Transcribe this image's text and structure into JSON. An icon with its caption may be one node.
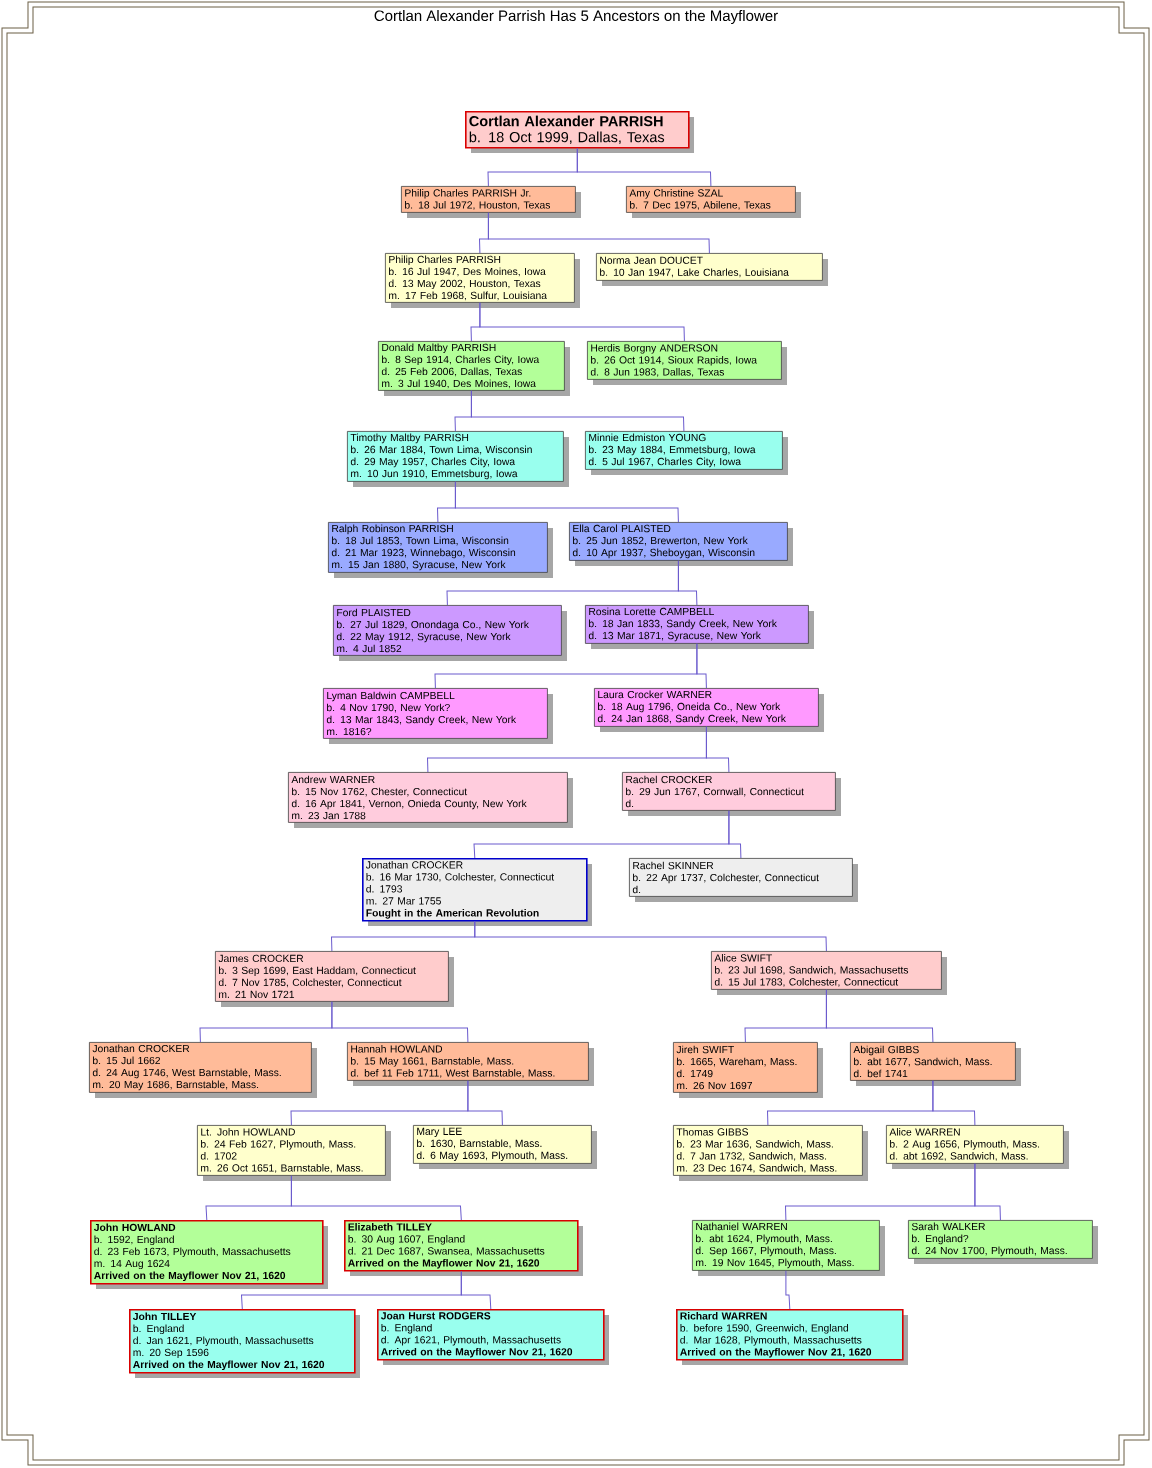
{
  "diagram": {
    "title": "Cortlan Alexander Parrish Has 5 Ancestors on the Mayflower",
    "nodes": [
      {
        "text": [
          "Cortlan Alexander PARRISH",
          "b. 18 Oct 1999, Dallas, Texas"
        ]
      },
      {
        "text": [
          "Philip Charles PARRISH Jr.",
          "b. 18 Jul 1972, Houston, Texas"
        ]
      },
      {
        "text": [
          "Amy Christine SZAL",
          "b. 7 Dec 1975, Abilene, Texas"
        ]
      },
      {
        "text": [
          "Philip Charles PARRISH",
          "b. 16 Jul 1947, Des Moines, Iowa",
          "d. 13 May 2002, Houston, Texas",
          "m. 17 Feb 1968, Sulfur, Louisiana"
        ]
      },
      {
        "text": [
          "Norma Jean DOUCET",
          "b. 10 Jan 1947, Lake Charles, Louisiana"
        ]
      },
      {
        "text": [
          "Donald Maltby PARRISH",
          "b. 8 Sep 1914, Charles City, Iowa",
          "d. 25 Feb 2006, Dallas, Texas",
          "m. 3 Jul 1940, Des Moines, Iowa"
        ]
      },
      {
        "text": [
          "Herdis Borgny ANDERSON",
          "b. 26 Oct 1914, Sioux Rapids, Iowa",
          "d. 8 Jun 1983, Dallas, Texas"
        ]
      },
      {
        "text": [
          "Timothy Maltby PARRISH",
          "b. 26 Mar 1884, Town Lima, Wisconsin",
          "d. 29 May 1957, Charles City, Iowa",
          "m. 10 Jun 1910, Emmetsburg, Iowa"
        ]
      },
      {
        "text": [
          "Minnie Edmiston YOUNG",
          "b. 23 May 1884, Emmetsburg, Iowa",
          "d. 5 Jul 1967, Charles City, Iowa"
        ]
      },
      {
        "text": [
          "Ralph Robinson PARRISH",
          "b. 18 Jul 1853, Town Lima, Wisconsin",
          "d. 21 Mar 1923, Winnebago, Wisconsin",
          "m. 15 Jan 1880, Syracuse, New York"
        ]
      },
      {
        "text": [
          "Ella Carol PLAISTED",
          "b. 25 Jun 1852, Brewerton, New York",
          "d. 10 Apr 1937, Sheboygan, Wisconsin"
        ]
      },
      {
        "text": [
          "Ford PLAISTED",
          "b. 27 Jul 1829, Onondaga Co., New York",
          "d. 22 May 1912, Syracuse, New York",
          "m. 4 Jul 1852"
        ]
      },
      {
        "text": [
          "Rosina Lorette CAMPBELL",
          "b. 18 Jan 1833, Sandy Creek, New York",
          "d. 13 Mar 1871, Syracuse, New York"
        ]
      },
      {
        "text": [
          "Lyman Baldwin CAMPBELL",
          "b. 4 Nov 1790, New York?",
          "d. 13 Mar 1843, Sandy Creek, New York",
          "m. 1816?"
        ]
      },
      {
        "text": [
          "Laura Crocker WARNER",
          "b. 18 Aug 1796, Oneida Co., New York",
          "d. 24 Jan 1868, Sandy Creek, New York"
        ]
      },
      {
        "text": [
          "Andrew WARNER",
          "b. 15 Nov 1762, Chester, Connecticut",
          "d. 16 Apr 1841, Vernon, Onieda County, New York",
          "m. 23 Jan 1788"
        ]
      },
      {
        "text": [
          "Rachel CROCKER",
          "b. 29 Jun 1767, Cornwall, Connecticut",
          "d."
        ]
      },
      {
        "text": [
          "Jonathan CROCKER",
          "b. 16 Mar 1730, Colchester, Connecticut",
          "d. 1793",
          "m. 27 Mar 1755",
          "Fought in the American Revolution"
        ]
      },
      {
        "text": [
          "Rachel SKINNER",
          "b. 22 Apr 1737, Colchester, Connecticut",
          "d."
        ]
      },
      {
        "text": [
          "James CROCKER",
          "b. 3 Sep 1699, East Haddam, Connecticut",
          "d. 7 Nov 1785, Colchester, Connecticut",
          "m. 21 Nov 1721"
        ]
      },
      {
        "text": [
          "Alice SWIFT",
          "b. 23 Jul 1698, Sandwich, Massachusetts",
          "d. 15 Jul 1783, Colchester, Connecticut"
        ]
      },
      {
        "text": [
          "Jonathan CROCKER",
          "b. 15 Jul 1662",
          "d. 24 Aug 1746, West Barnstable, Mass.",
          "m. 20 May 1686, Barnstable, Mass."
        ]
      },
      {
        "text": [
          "Hannah HOWLAND",
          "b. 15 May 1661, Barnstable, Mass.",
          "d. bef 11 Feb 1711, West Barnstable, Mass."
        ]
      },
      {
        "text": [
          "Jireh SWIFT",
          "b. 1665, Wareham, Mass.",
          "d. 1749",
          "m. 26 Nov 1697"
        ]
      },
      {
        "text": [
          "Abigail GIBBS",
          "b. abt 1677, Sandwich, Mass.",
          "d. bef 1741"
        ]
      },
      {
        "text": [
          "Lt. John HOWLAND",
          "b. 24 Feb 1627, Plymouth, Mass.",
          "d. 1702",
          "m. 26 Oct 1651, Barnstable, Mass."
        ]
      },
      {
        "text": [
          "Mary LEE",
          "b. 1630, Barnstable, Mass.",
          "d. 6 May 1693, Plymouth, Mass."
        ]
      },
      {
        "text": [
          "Thomas GIBBS",
          "b. 23 Mar 1636, Sandwich, Mass.",
          "d. 7 Jan 1732, Sandwich, Mass.",
          "m. 23 Dec 1674, Sandwich, Mass."
        ]
      },
      {
        "text": [
          "Alice WARREN",
          "b. 2 Aug 1656, Plymouth, Mass.",
          "d. abt 1692, Sandwich, Mass."
        ]
      },
      {
        "text": [
          "John HOWLAND",
          "b. 1592, England",
          "d. 23 Feb 1673, Plymouth, Massachusetts",
          "m. 14 Aug 1624",
          "Arrived on the Mayflower Nov 21, 1620"
        ]
      },
      {
        "text": [
          "Elizabeth TILLEY",
          "b. 30 Aug 1607, England",
          "d. 21 Dec 1687, Swansea, Massachusetts",
          "Arrived on the Mayflower Nov 21, 1620"
        ]
      },
      {
        "text": [
          "Nathaniel WARREN",
          "b. abt 1624, Plymouth, Mass.",
          "d. Sep 1667, Plymouth, Mass.",
          "m. 19 Nov 1645, Plymouth, Mass."
        ]
      },
      {
        "text": [
          "Sarah WALKER",
          "b. England?",
          "d. 24 Nov 1700, Plymouth, Mass."
        ]
      },
      {
        "text": [
          "John TILLEY",
          "b. England",
          "d. Jan 1621, Plymouth, Massachusetts",
          "m. 20 Sep 1596",
          "Arrived on the Mayflower Nov 21, 1620"
        ]
      },
      {
        "text": [
          "Joan Hurst RODGERS",
          "b. England",
          "d. Apr 1621, Plymouth, Massachusetts",
          "Arrived on the Mayflower Nov 21, 1620"
        ]
      },
      {
        "text": [
          "Richard WARREN",
          "b. before 1590, Greenwich, England",
          "d. Mar 1628, Plymouth, Massachusetts",
          "Arrived on the Mayflower Nov 21, 1620"
        ]
      }
    ],
    "edges": [
      {
        "from": 0,
        "to": 1,
        "arrow": "none"
      },
      {
        "from": 0,
        "to": 2,
        "arrow": "none"
      },
      {
        "from": 1,
        "to": 3,
        "arrow": "none"
      },
      {
        "from": 1,
        "to": 4,
        "arrow": "none"
      },
      {
        "from": 3,
        "to": 5,
        "arrow": "none"
      },
      {
        "from": 3,
        "to": 6,
        "arrow": "none"
      },
      {
        "from": 5,
        "to": 7,
        "arrow": "none"
      },
      {
        "from": 5,
        "to": 8,
        "arrow": "none"
      },
      {
        "from": 7,
        "to": 9,
        "arrow": "none"
      },
      {
        "from": 7,
        "to": 10,
        "arrow": "none"
      },
      {
        "from": 10,
        "to": 11,
        "arrow": "none"
      },
      {
        "from": 10,
        "to": 12,
        "arrow": "none"
      },
      {
        "from": 12,
        "to": 13,
        "arrow": "none"
      },
      {
        "from": 12,
        "to": 14,
        "arrow": "none"
      },
      {
        "from": 14,
        "to": 15,
        "arrow": "none"
      },
      {
        "from": 14,
        "to": 16,
        "arrow": "none"
      },
      {
        "from": 16,
        "to": 17,
        "arrow": "none"
      },
      {
        "from": 16,
        "to": 18,
        "arrow": "none"
      },
      {
        "from": 17,
        "to": 19,
        "arrow": "none"
      },
      {
        "from": 17,
        "to": 20,
        "arrow": "none"
      },
      {
        "from": 19,
        "to": 21,
        "arrow": "none"
      },
      {
        "from": 19,
        "to": 22,
        "arrow": "none"
      },
      {
        "from": 22,
        "to": 25,
        "arrow": "none"
      },
      {
        "from": 22,
        "to": 26,
        "arrow": "none"
      },
      {
        "from": 25,
        "to": 29,
        "arrow": "none"
      },
      {
        "from": 25,
        "to": 30,
        "arrow": "none"
      },
      {
        "from": 30,
        "to": 33,
        "arrow": "none"
      },
      {
        "from": 30,
        "to": 34,
        "arrow": "none"
      },
      {
        "from": 20,
        "to": 23,
        "arrow": "none"
      },
      {
        "from": 20,
        "to": 24,
        "arrow": "none"
      },
      {
        "from": 24,
        "to": 27,
        "arrow": "none"
      },
      {
        "from": 24,
        "to": 28,
        "arrow": "none"
      },
      {
        "from": 28,
        "to": 31,
        "arrow": "none"
      },
      {
        "from": 28,
        "to": 32,
        "arrow": "none"
      },
      {
        "from": 31,
        "to": 35,
        "arrow": "none"
      }
    ]
  }
}
